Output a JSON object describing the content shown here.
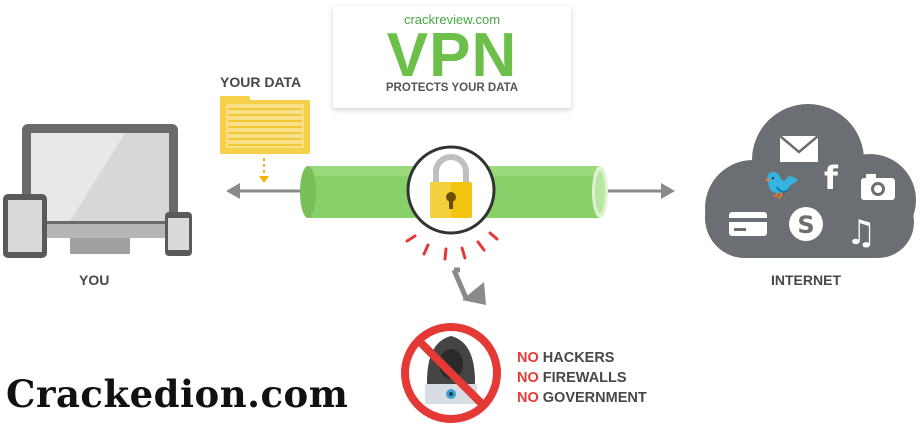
{
  "callout": {
    "watermark": "crackreview.com",
    "title": "VPN",
    "subtitle": "PROTECTS YOUR DATA"
  },
  "labels": {
    "your_data": "YOUR DATA",
    "you": "YOU",
    "internet": "INTERNET"
  },
  "threats": [
    {
      "prefix": "NO",
      "text": " HACKERS"
    },
    {
      "prefix": "NO",
      "text": " FIREWALLS"
    },
    {
      "prefix": "NO",
      "text": " GOVERNMENT"
    }
  ],
  "brand": "Crackedion.com",
  "colors": {
    "tunnel_green": "#88d068",
    "vpn_green": "#6cc04a",
    "device_gray": "#707070",
    "cloud_gray": "#6b6f73",
    "folder_yellow": "#f7d04a",
    "lock_gold": "#f1c40f",
    "threat_red": "#e53935"
  },
  "icons": [
    "laptop-icon",
    "tablet-icon",
    "phone-icon",
    "data-folder-icon",
    "padlock-icon",
    "cloud-icon",
    "mail-icon",
    "twitter-icon",
    "facebook-icon",
    "camera-icon",
    "credit-card-icon",
    "skype-icon",
    "music-icon",
    "hacker-icon",
    "no-entry-icon"
  ]
}
